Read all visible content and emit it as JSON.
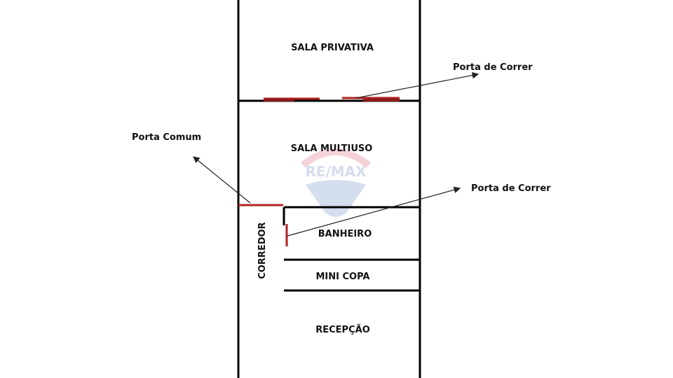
{
  "rooms": {
    "sala_privativa": "SALA PRIVATIVA",
    "sala_multiuso": "SALA MULTIUSO",
    "banheiro": "BANHEIRO",
    "mini_copa": "MINI COPA",
    "recepcao": "RECEPÇÃO",
    "corredor": "CORREDOR"
  },
  "annotations": {
    "porta_correr_1": "Porta de Correr",
    "porta_comum": "Porta Comum",
    "porta_correr_2": "Porta de Correr"
  },
  "watermark": {
    "text": "RE/MAX",
    "color": "#c8102e",
    "accent": "#1b4f9c"
  },
  "colors": {
    "wall": "#000000",
    "door": "#b22222"
  }
}
